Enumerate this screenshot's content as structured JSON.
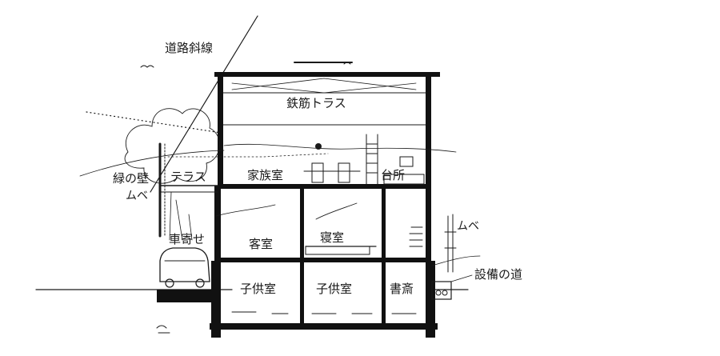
{
  "labels": {
    "road_setback_line": "道路斜線",
    "steel_truss": "鉄筋トラス",
    "green_wall": "緑の壁",
    "mube_left": "ムベ",
    "terrace": "テラス",
    "family_room": "家族室",
    "kitchen": "台所",
    "carport": "車寄せ",
    "guest_room": "客室",
    "bedroom": "寝室",
    "mube_right": "ムベ",
    "utility_path": "設備の道",
    "child_room_1": "子供室",
    "child_room_2": "子供室",
    "study": "書斎"
  },
  "colors": {
    "ink": "#1a1a1a",
    "wall": "#111111",
    "paper": "#ffffff"
  }
}
